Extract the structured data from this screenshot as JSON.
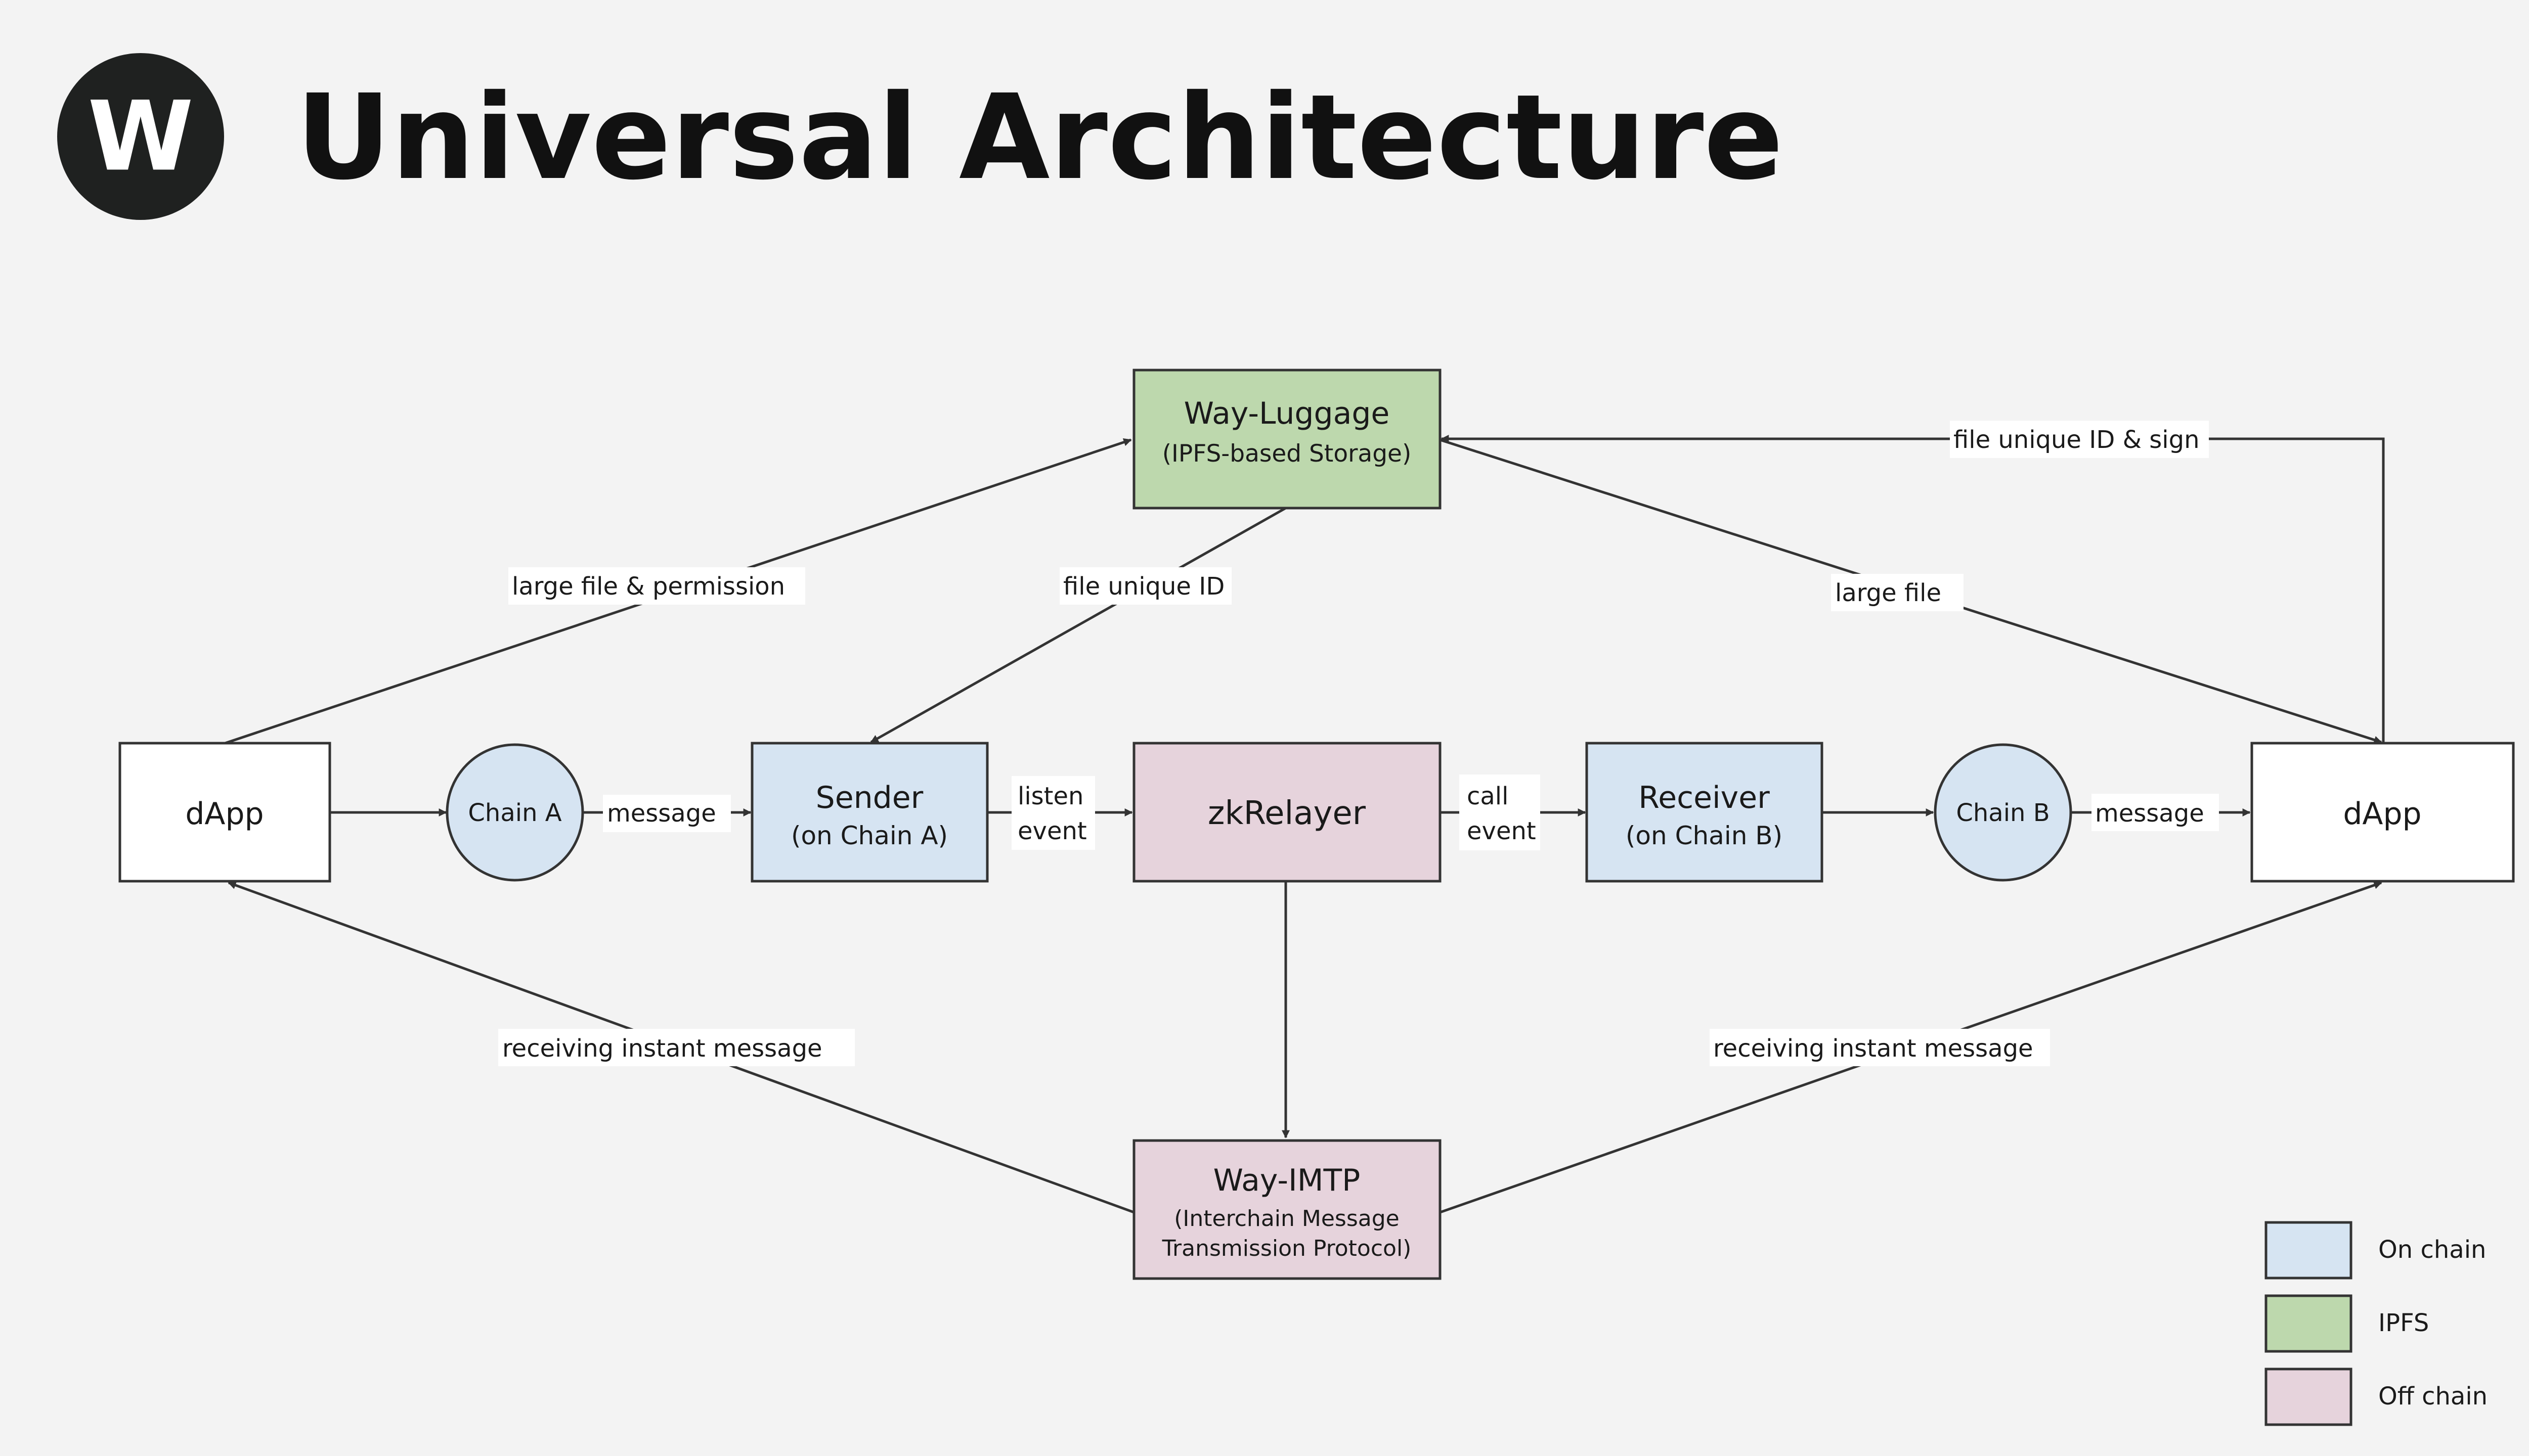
{
  "header": {
    "title": "Universal Architecture",
    "logo_letter": "W"
  },
  "nodes": {
    "dapp_left": {
      "label": "dApp"
    },
    "chain_a": {
      "label": "Chain A"
    },
    "sender": {
      "label": "Sender",
      "sublabel": "(on Chain A)"
    },
    "zkrelayer": {
      "label": "zkRelayer"
    },
    "receiver": {
      "label": "Receiver",
      "sublabel": "(on Chain B)"
    },
    "chain_b": {
      "label": "Chain B"
    },
    "dapp_right": {
      "label": "dApp"
    },
    "way_luggage": {
      "label": "Way-Luggage",
      "sublabel": "(IPFS-based Storage)"
    },
    "way_imtp": {
      "label": "Way-IMTP",
      "sublabel_1": "(Interchain Message",
      "sublabel_2": "Transmission Protocol)"
    }
  },
  "edges": {
    "large_file_permission": "large file & permission",
    "file_unique_id": "file unique ID",
    "large_file": "large file",
    "file_unique_id_sign": "file unique ID & sign",
    "message_left": "message",
    "listen": "listen",
    "event_left": "event",
    "call": "call",
    "event_right": "event",
    "message_right": "message",
    "receiving_left": "receiving instant message",
    "receiving_right": "receiving instant message"
  },
  "legend": [
    {
      "label": "On chain",
      "color": "#d6e4f2"
    },
    {
      "label": "IPFS",
      "color": "#bdd8ad"
    },
    {
      "label": "Off chain",
      "color": "#e6d3dc"
    }
  ],
  "colors": {
    "on_chain": "#d6e4f2",
    "ipfs": "#bdd8ad",
    "off_chain": "#e6d3dc",
    "logo": "#1f2120"
  }
}
